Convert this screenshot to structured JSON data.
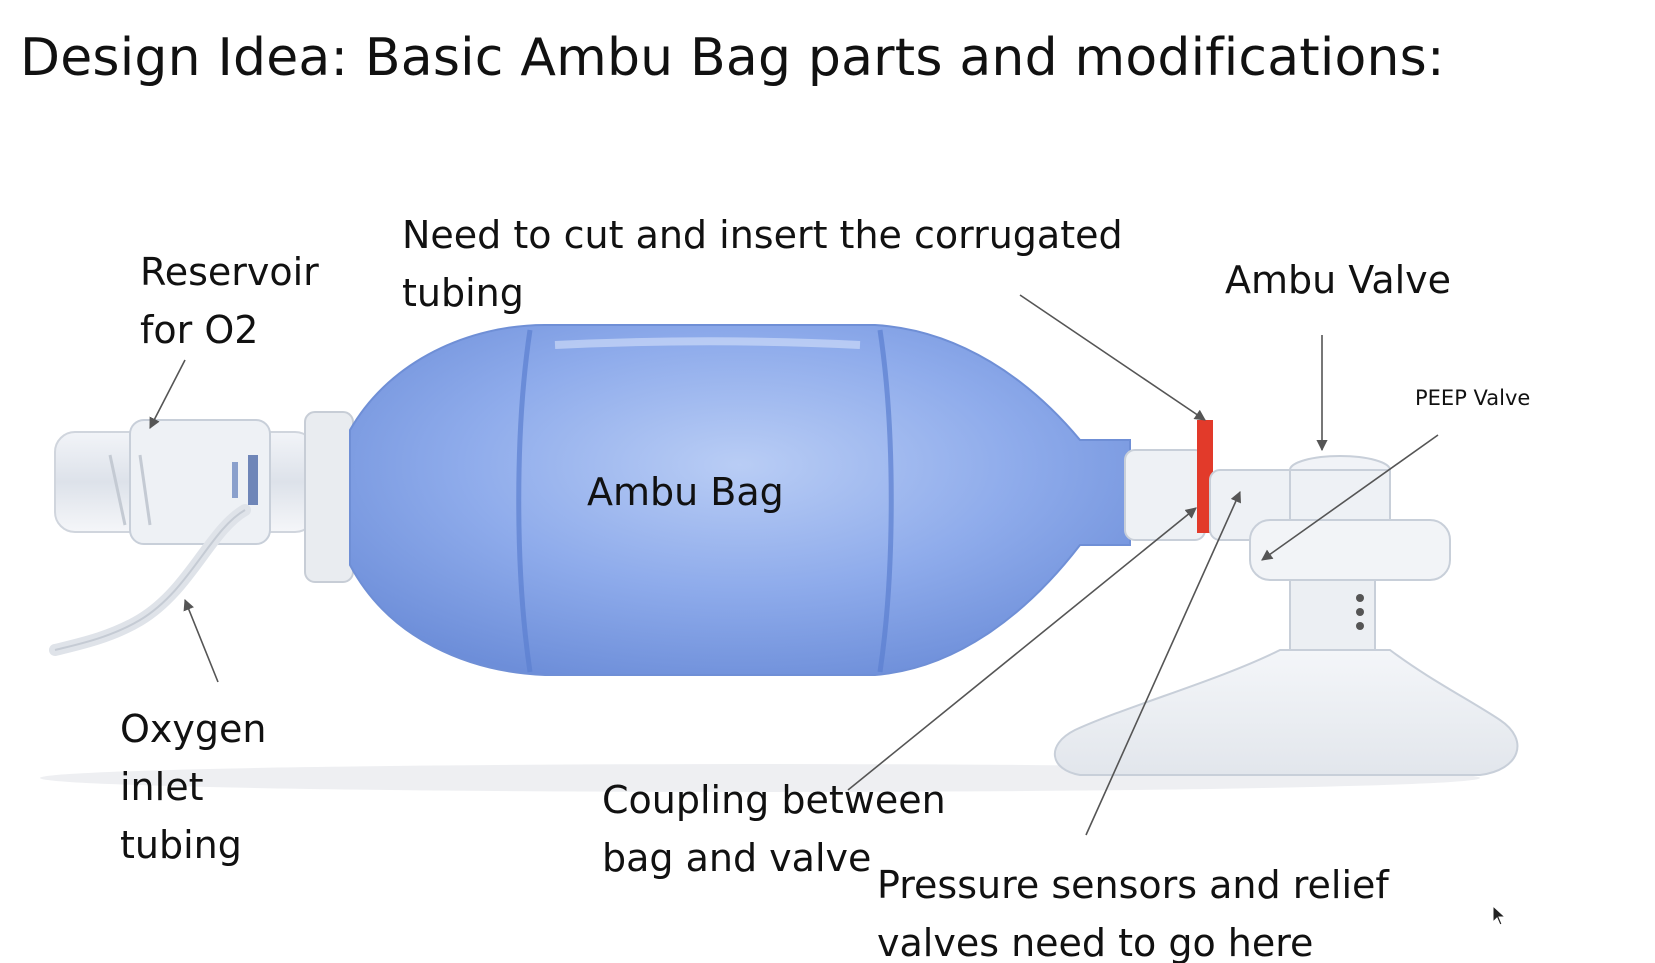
{
  "title": "Design Idea: Basic Ambu Bag parts and modifications:",
  "labels": {
    "reservoir": [
      "Reservoir",
      "for O2"
    ],
    "corrugated": [
      "Need to cut and insert the corrugated",
      "tubing"
    ],
    "ambu_valve": "Ambu Valve",
    "peep_valve": "PEEP Valve",
    "ambu_bag": "Ambu Bag",
    "oxygen_inlet": [
      "Oxygen",
      "inlet",
      "tubing"
    ],
    "coupling": [
      "Coupling between",
      "bag and valve"
    ],
    "pressure": [
      "Pressure sensors and relief",
      "valves need to go here"
    ]
  },
  "colors": {
    "bag": "#7f9fe0",
    "bag_dark": "#5b7fd0",
    "marker": "#e23a2a",
    "arrow": "#555555"
  },
  "icons": {
    "cursor": "mouse-pointer-icon"
  }
}
